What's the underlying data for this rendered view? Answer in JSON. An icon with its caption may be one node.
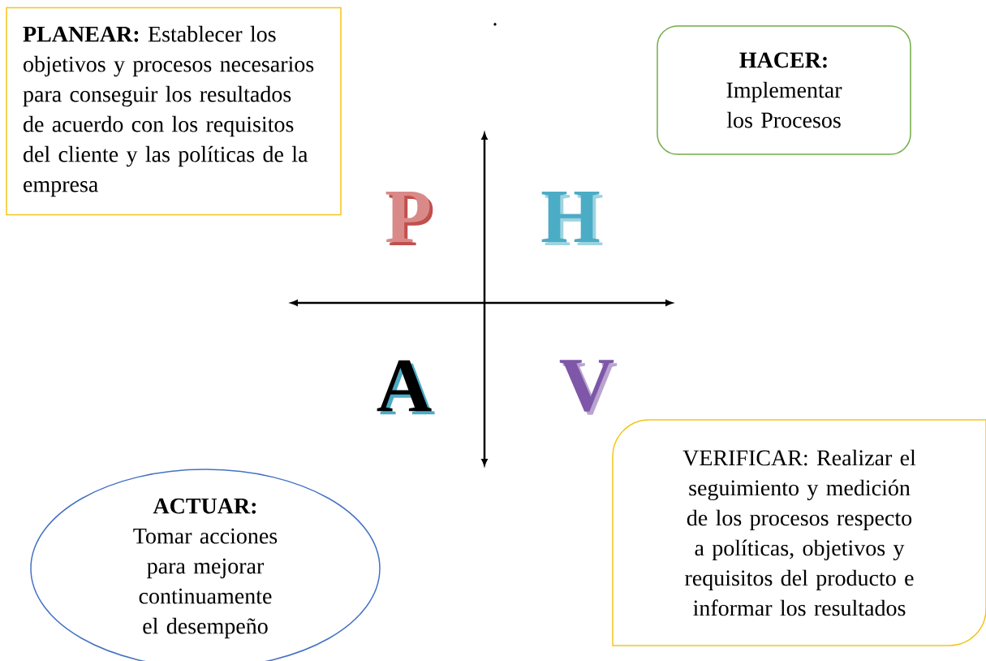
{
  "diagram": {
    "nodes": [
      {
        "text": [
          "**PLANEAR:** Establecer los objetivos y procesos necesarios para conseguir los resultados de acuerdo con los requisitos del cliente y las políticas de la empresa"
        ]
      },
      {
        "text": [
          "HACER:",
          "Implementar los Procesos"
        ]
      },
      {
        "text": [
          "**ACTUAR:** Tomar acciones para mejorar continuamente el desempeño"
        ]
      },
      {
        "text": [
          "VERIFICAR: Realizar el seguimiento y medición de los procesos respecto a políticas, objetivos y requisitos del producto e informar los resultados"
        ]
      }
    ],
    "labels": [
      ".",
      "P",
      "H",
      "A",
      "V"
    ]
  }
}
